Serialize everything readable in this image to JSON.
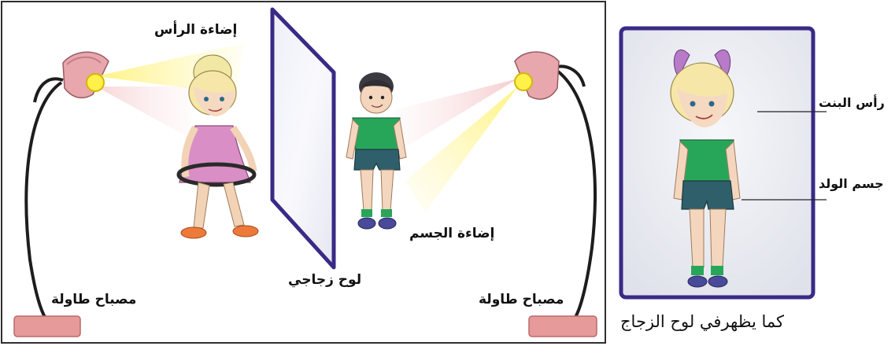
{
  "labels": {
    "head_light": "إضاءة الرأس",
    "glass_panel": "لوح زجاجي",
    "body_light": "إضاءة الجسم",
    "lamp_left": "مصباح طاولة",
    "lamp_right": "مصباح طاولة",
    "girl_head": "رأس البنت",
    "boy_body": "جسم الولد",
    "caption": "كما يظهرفي لوح الزجاج"
  },
  "colors": {
    "frame_border": "#2f2f2f",
    "glass_border": "#3a2a86",
    "reflection_border": "#3a2a86",
    "lamp_shade": "#e7a7ad",
    "lamp_base": "#e79a9a",
    "bulb": "#fff04a",
    "light_beam": "#fff27a",
    "pink_beam": "#f4c6c9",
    "girl_dress": "#d98fc6",
    "boy_shirt": "#27a65a",
    "boy_shorts": "#2f5f6a"
  }
}
